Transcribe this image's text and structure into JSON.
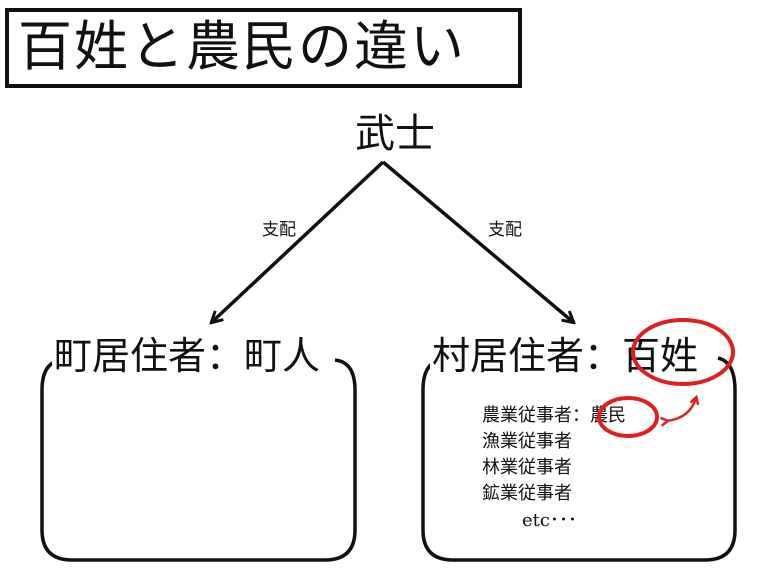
{
  "title": "百姓と農民の違い",
  "top": "武士",
  "edge_labels": [
    "支配",
    "支配"
  ],
  "left_group": {
    "header": "町居住者：町人"
  },
  "right_group": {
    "header": "村居住者：百姓",
    "items": [
      "農業従事者：農民",
      "漁業従事者",
      "林業従事者",
      "鉱業従事者",
      "etc･･･"
    ]
  },
  "colors": {
    "highlight": "#e02020",
    "line": "#111111"
  }
}
